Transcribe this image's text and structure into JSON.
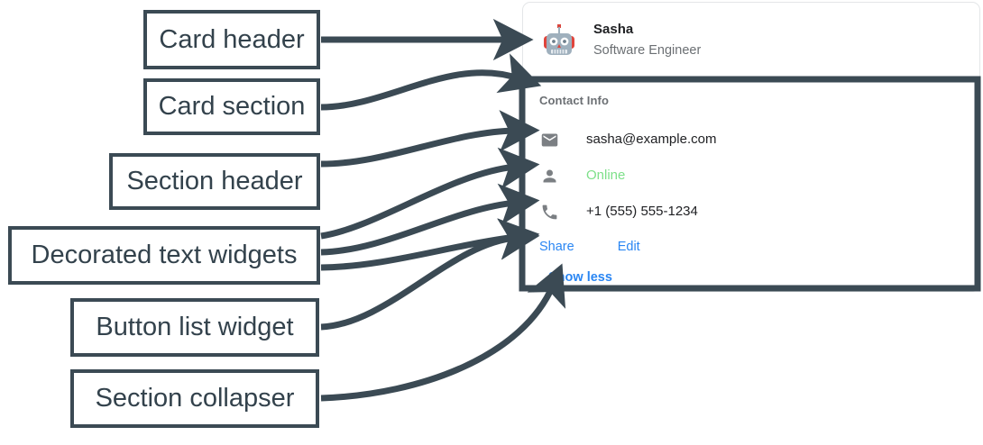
{
  "annotations": [
    {
      "id": "card-header",
      "label": "Card header"
    },
    {
      "id": "card-section",
      "label": "Card section"
    },
    {
      "id": "section-header",
      "label": "Section header"
    },
    {
      "id": "decorated-text",
      "label": "Decorated text widgets"
    },
    {
      "id": "button-list",
      "label": "Button list widget"
    },
    {
      "id": "section-collapser",
      "label": "Section collapser"
    }
  ],
  "card": {
    "header": {
      "avatar_icon": "robot-avatar-icon",
      "title": "Sasha",
      "subtitle": "Software Engineer"
    },
    "section": {
      "header": "Contact Info",
      "rows": [
        {
          "icon": "email-icon",
          "text": "sasha@example.com",
          "state": "normal"
        },
        {
          "icon": "person-icon",
          "text": "Online",
          "state": "online"
        },
        {
          "icon": "phone-icon",
          "text": "+1 (555) 555-1234",
          "state": "normal"
        }
      ],
      "buttons": [
        {
          "label": "Share"
        },
        {
          "label": "Edit"
        }
      ],
      "collapser": {
        "label": "Show less"
      }
    }
  },
  "colors": {
    "annotation_stroke": "#3b4a54",
    "annotation_text": "#33424c",
    "link_blue": "#2a86f3",
    "online_green": "#7ee08a",
    "muted_gray": "#6b6f73",
    "card_border": "#e4e6e8"
  }
}
